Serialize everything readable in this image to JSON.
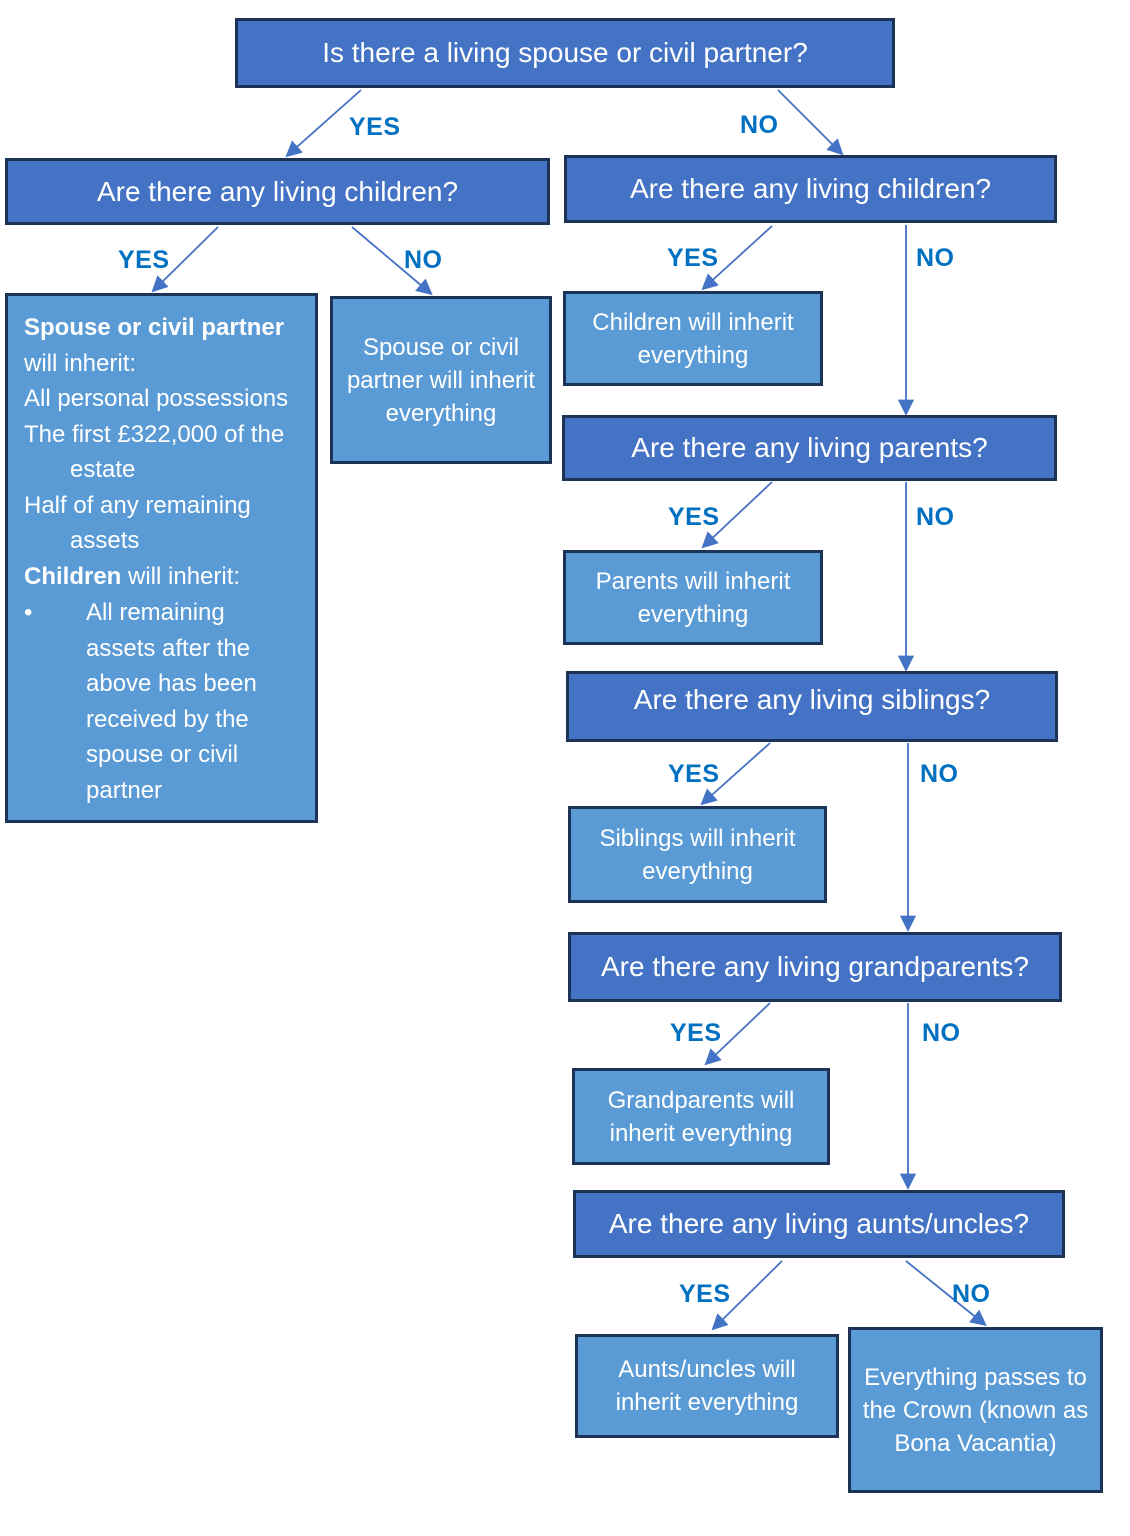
{
  "labels": {
    "yes": "YES",
    "no": "NO"
  },
  "colors": {
    "question_fill": "#4472C4",
    "result_fill": "#5B9BD5",
    "box_border": "#1c3357",
    "yes_no_label": "#0070C0",
    "arrow": "#4472C4",
    "text": "#ffffff"
  },
  "nodes": {
    "q_spouse_or_partner": {
      "label": "Is there a living spouse or civil partner?"
    },
    "q_children_left": {
      "label": "Are there any living children?"
    },
    "q_children_right": {
      "label": "Are there any living children?"
    },
    "r_spouse_inherits_everything": {
      "label": "Spouse or civil partner will inherit everything"
    },
    "r_children_inherit_everything": {
      "label": "Children will inherit everything"
    },
    "q_parents": {
      "label": "Are there any living parents?"
    },
    "r_parents_inherit_everything": {
      "label": "Parents will inherit everything"
    },
    "q_siblings": {
      "label": "Are there any living siblings?"
    },
    "r_siblings_inherit_everything": {
      "label": "Siblings will inherit everything"
    },
    "q_grandparents": {
      "label": "Are there any living grandparents?"
    },
    "r_grandparents_inherit_everything": {
      "label": "Grandparents will inherit everything"
    },
    "q_aunts_uncles": {
      "label": "Are there any living aunts/uncles?"
    },
    "r_aunts_uncles_inherit_everything": {
      "label": "Aunts/uncles will inherit everything"
    },
    "r_crown": {
      "label": "Everything passes to the Crown (known as Bona Vacantia)"
    }
  },
  "spouse_detail": {
    "heading_bold": "Spouse or civil partner",
    "heading_rest": "will inherit:",
    "item_personal": "All personal possessions",
    "item_first_amount": "The first £322,000 of the estate",
    "item_half_assets": "Half of any remaining assets",
    "children_bold": "Children",
    "children_rest": " will inherit:",
    "bullet": "•",
    "bullet_text": "All remaining assets after the above has been received by the spouse or civil partner"
  }
}
